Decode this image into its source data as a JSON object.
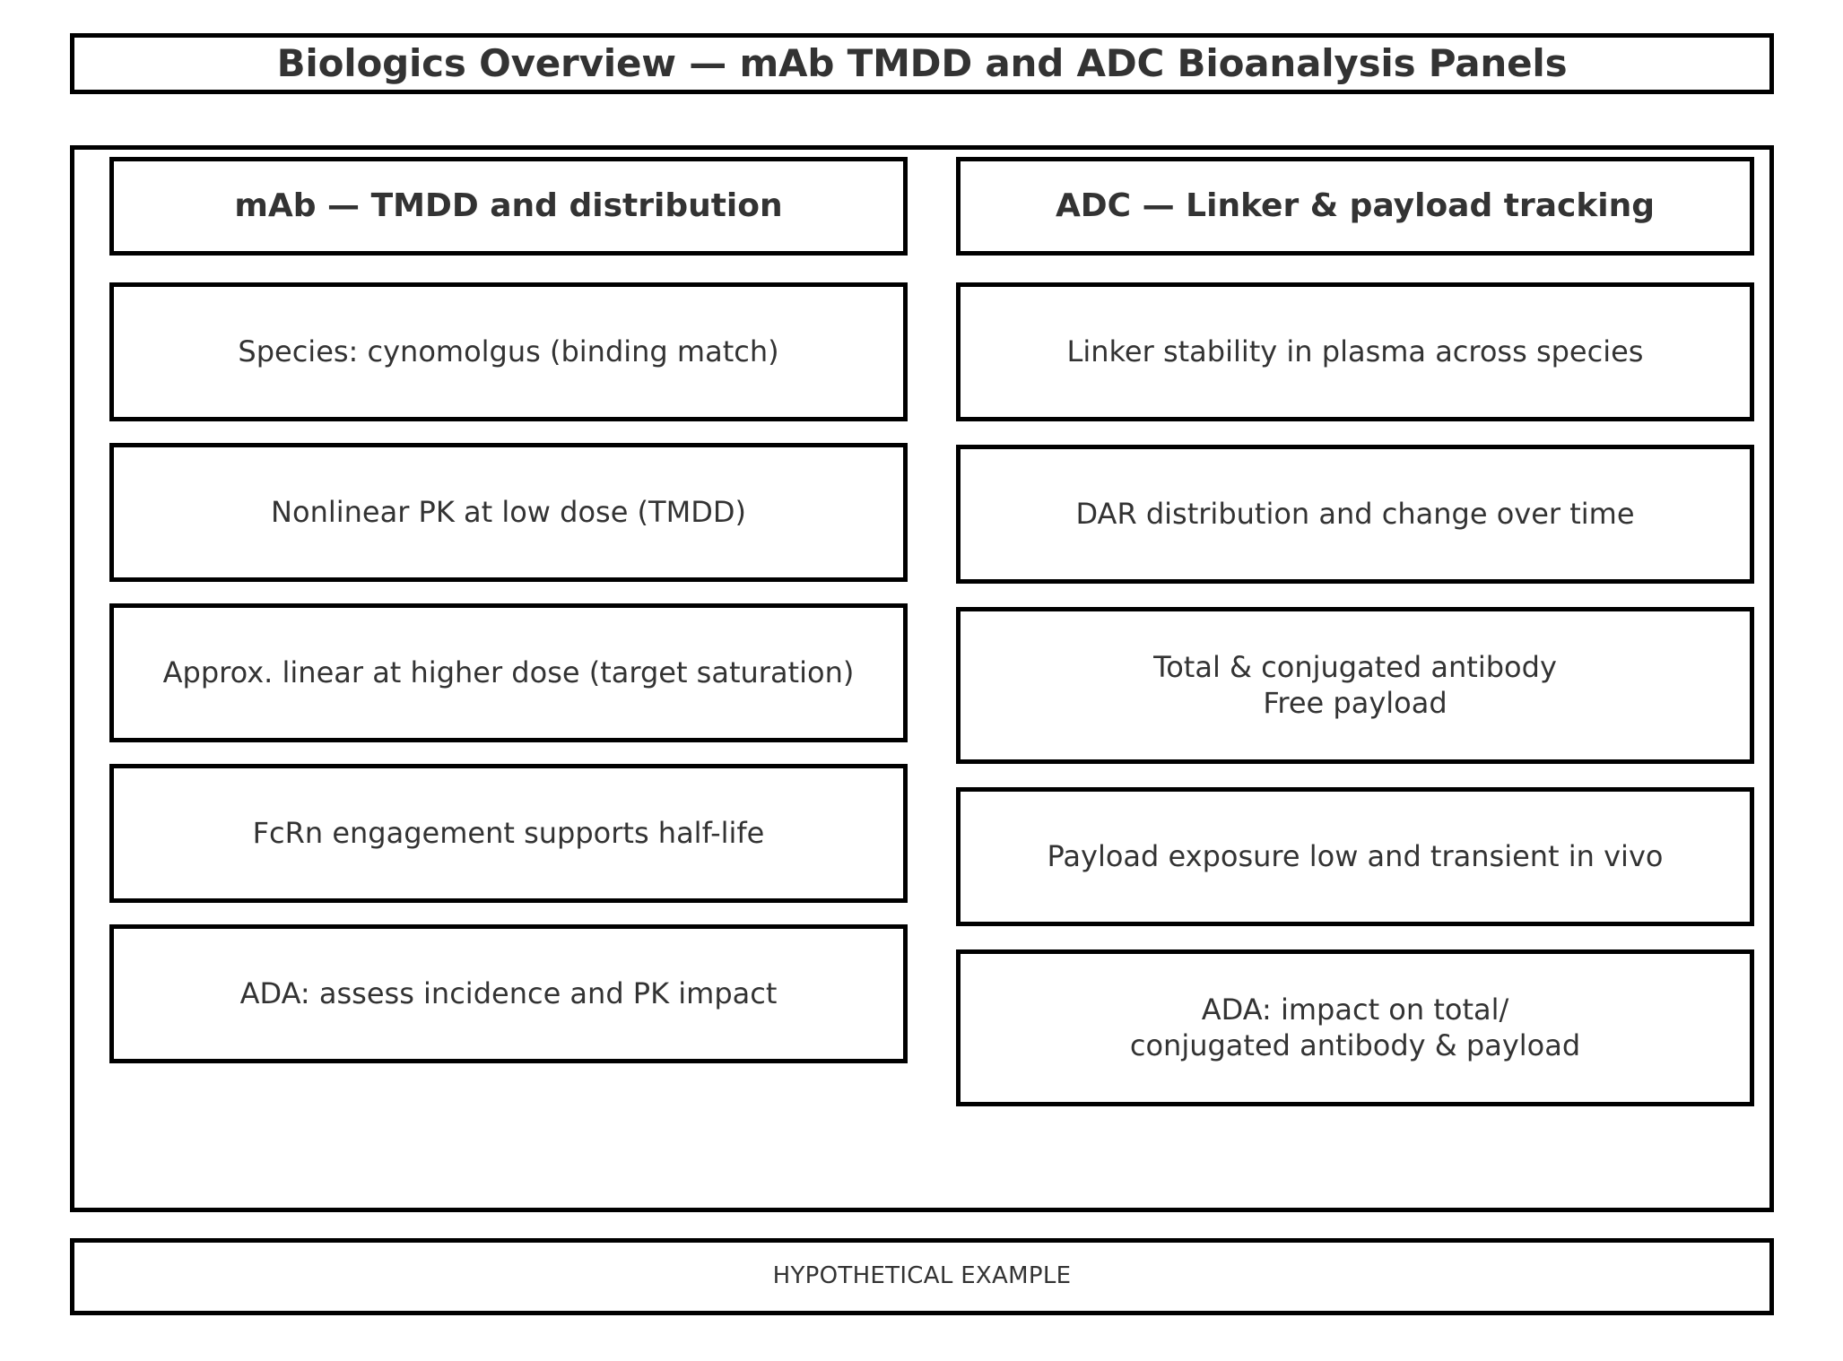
{
  "title": {
    "text": "Biologics Overview — mAb TMDD and ADC Bioanalysis Panels"
  },
  "footer": {
    "text": "HYPOTHETICAL EXAMPLE"
  },
  "style": {
    "border_color": "#000000",
    "text_color": "#333333",
    "background_color": "#ffffff"
  },
  "columns": [
    {
      "id": "mab",
      "header": "mAb — TMDD and distribution",
      "items": [
        "Species: cynomolgus (binding match)",
        "Nonlinear PK at low dose (TMDD)",
        "Approx. linear at higher dose (target saturation)",
        "FcRn engagement supports half-life",
        "ADA: assess incidence and PK impact"
      ]
    },
    {
      "id": "adc",
      "header": "ADC — Linker & payload tracking",
      "items": [
        "Linker stability in plasma across species",
        "DAR distribution and change over time",
        "Total & conjugated antibody\nFree payload",
        "Payload exposure low and transient in vivo",
        "ADA: impact on total/\nconjugated antibody & payload"
      ]
    }
  ]
}
